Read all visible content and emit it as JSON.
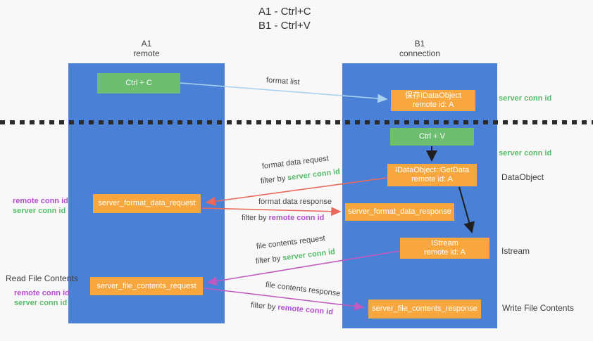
{
  "title": {
    "line1": "A1 - Ctrl+C",
    "line2": "B1 - Ctrl+V"
  },
  "lanes": {
    "left": {
      "name": "A1",
      "role": "remote"
    },
    "right": {
      "name": "B1",
      "role": "connection"
    }
  },
  "boxes": {
    "ctrl_c": {
      "label": "Ctrl + C"
    },
    "ctrl_v": {
      "label": "Ctrl + V"
    },
    "save_dataobject": {
      "line1": "保存IDataObject",
      "line2": "remote id: A"
    },
    "getdata": {
      "line1": "IDataObject::GetData",
      "line2": "remote id: A"
    },
    "istream": {
      "line1": "IStream",
      "line2": "remote id: A"
    },
    "format_request": {
      "label": "server_format_data_request"
    },
    "format_response": {
      "label": "server_format_data_response"
    },
    "file_request": {
      "label": "server_file_contents_request"
    },
    "file_response": {
      "label": "server_file_contents_response"
    }
  },
  "arrow_labels": {
    "format_list": "format list",
    "format_data_request": "format data request",
    "format_data_request_filter_prefix": "filter by ",
    "format_data_request_filter_key": "server conn id",
    "format_data_response": "format data response",
    "format_data_response_filter_prefix": "filter by ",
    "format_data_response_filter_key": "remote conn id",
    "file_contents_request": "file contents request",
    "file_contents_request_filter_prefix": "filter by ",
    "file_contents_request_filter_key": "server conn id",
    "file_contents_response": "file contents response",
    "file_contents_response_filter_prefix": "filter by ",
    "file_contents_response_filter_key": "remote conn id"
  },
  "side_labels": {
    "right_server_conn_id_1": "server conn id",
    "right_server_conn_id_2": "server conn id",
    "right_dataobject": "DataObject",
    "right_istream": "Istream",
    "right_write_file_contents": "Write File Contents",
    "left_remote_conn_id_1": "remote conn id",
    "left_server_conn_id_1": "server conn id",
    "left_read_file_contents": "Read File Contents",
    "left_remote_conn_id_2": "remote conn id",
    "left_server_conn_id_2": "server conn id"
  },
  "colors": {
    "lane_blue": "#4a80d5",
    "box_green": "#6ebe72",
    "box_orange": "#f8a73e",
    "arrow_lightblue": "#a9d2ee",
    "arrow_red": "#e96a5c",
    "arrow_magenta": "#c05ac0",
    "arrow_black": "#1f1f1f",
    "text_green": "#5bbb6b",
    "text_purple": "#b14fc9",
    "text_dark": "#3b3b3b"
  }
}
